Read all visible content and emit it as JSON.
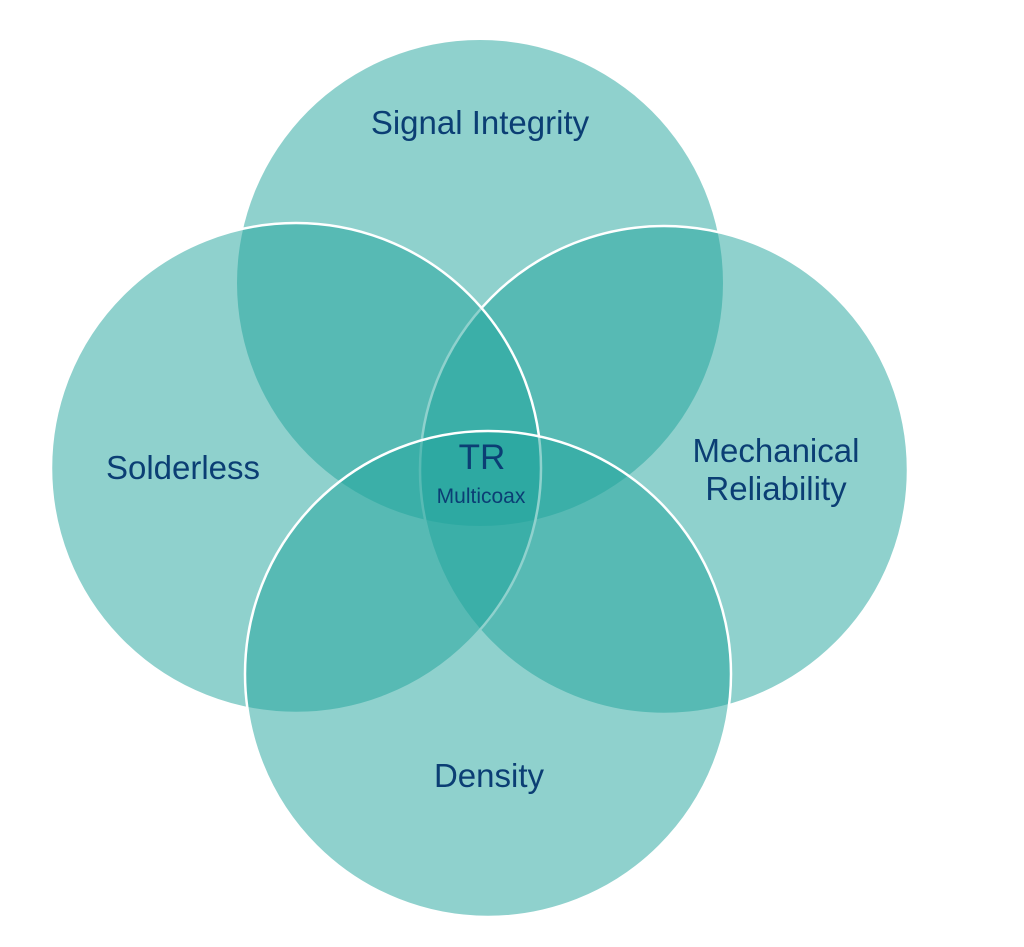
{
  "diagram": {
    "type": "venn",
    "sets": [
      {
        "id": "top",
        "label_lines": [
          "Signal Integrity"
        ]
      },
      {
        "id": "right",
        "label_lines": [
          "Mechanical",
          "Reliability"
        ]
      },
      {
        "id": "left",
        "label_lines": [
          "Solderless"
        ]
      },
      {
        "id": "bottom",
        "label_lines": [
          "Density"
        ]
      }
    ],
    "center": {
      "title": "TR",
      "subtitle": "Multicoax"
    },
    "colors": {
      "fill": "#1FA39C",
      "stroke": "#FFFFFF",
      "text": "#0B3E74"
    }
  }
}
